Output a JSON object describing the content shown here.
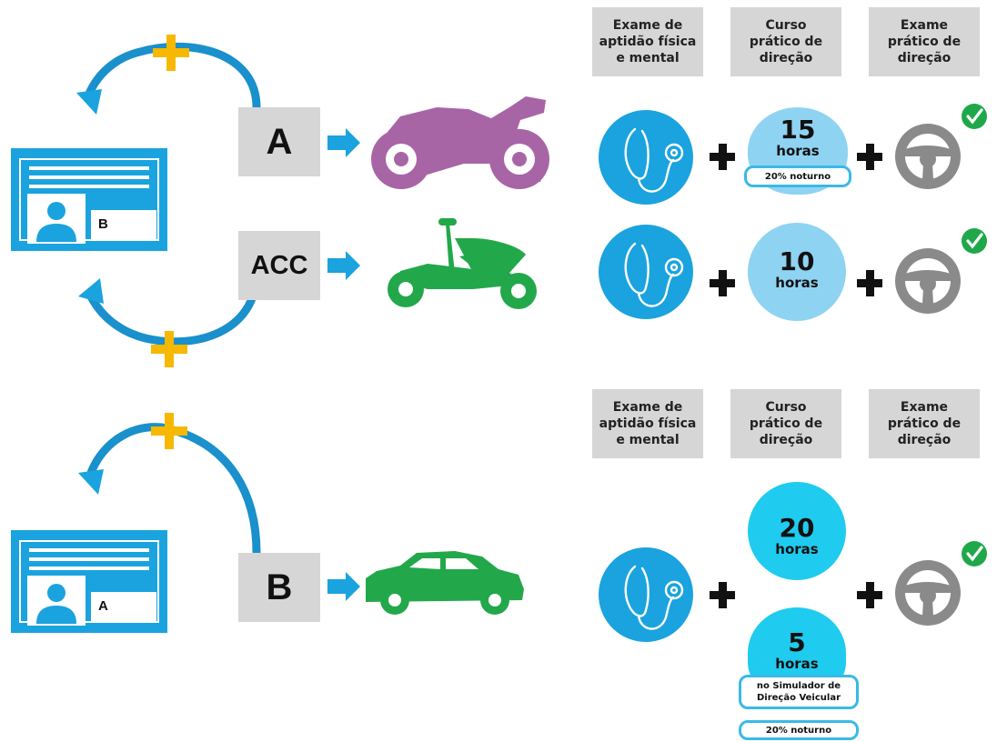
{
  "headers_top": [
    "Exame de\naptidão física\ne mental",
    "Curso\nprático de\ndireção",
    "Exame\nprático de\ndireção"
  ],
  "headers_bottom": [
    "Exame de\naptidão física\ne mental",
    "Curso\nprático de\ndireção",
    "Exame\nprático de\ndireção"
  ],
  "license_top": {
    "category": "B"
  },
  "license_bottom": {
    "category": "A"
  },
  "rows": {
    "a": {
      "category": "A",
      "vehicle_icon": "motorcycle-icon",
      "vehicle_color": "#a865a6",
      "hours": "15",
      "unit": "horas",
      "note": "20% noturno"
    },
    "acc": {
      "category": "ACC",
      "vehicle_icon": "scooter-icon",
      "vehicle_color": "#22a84a",
      "hours": "10",
      "unit": "horas"
    },
    "b": {
      "category": "B",
      "vehicle_icon": "car-icon",
      "vehicle_color": "#22a84a",
      "hours": "20",
      "unit": "horas",
      "sim_hours": "5",
      "sim_unit": "horas",
      "sim_note": "no Simulador de\nDireção Veicular",
      "night_note": "20% noturno"
    }
  },
  "colors": {
    "accent_blue": "#1aa3de",
    "light_blue": "#8fd3f3",
    "cyan": "#1fcbef",
    "plus_yellow": "#f6b800",
    "header_gray": "#d6d6d6",
    "wheel_gray": "#8a8a8a",
    "check_green": "#1fa84a"
  }
}
